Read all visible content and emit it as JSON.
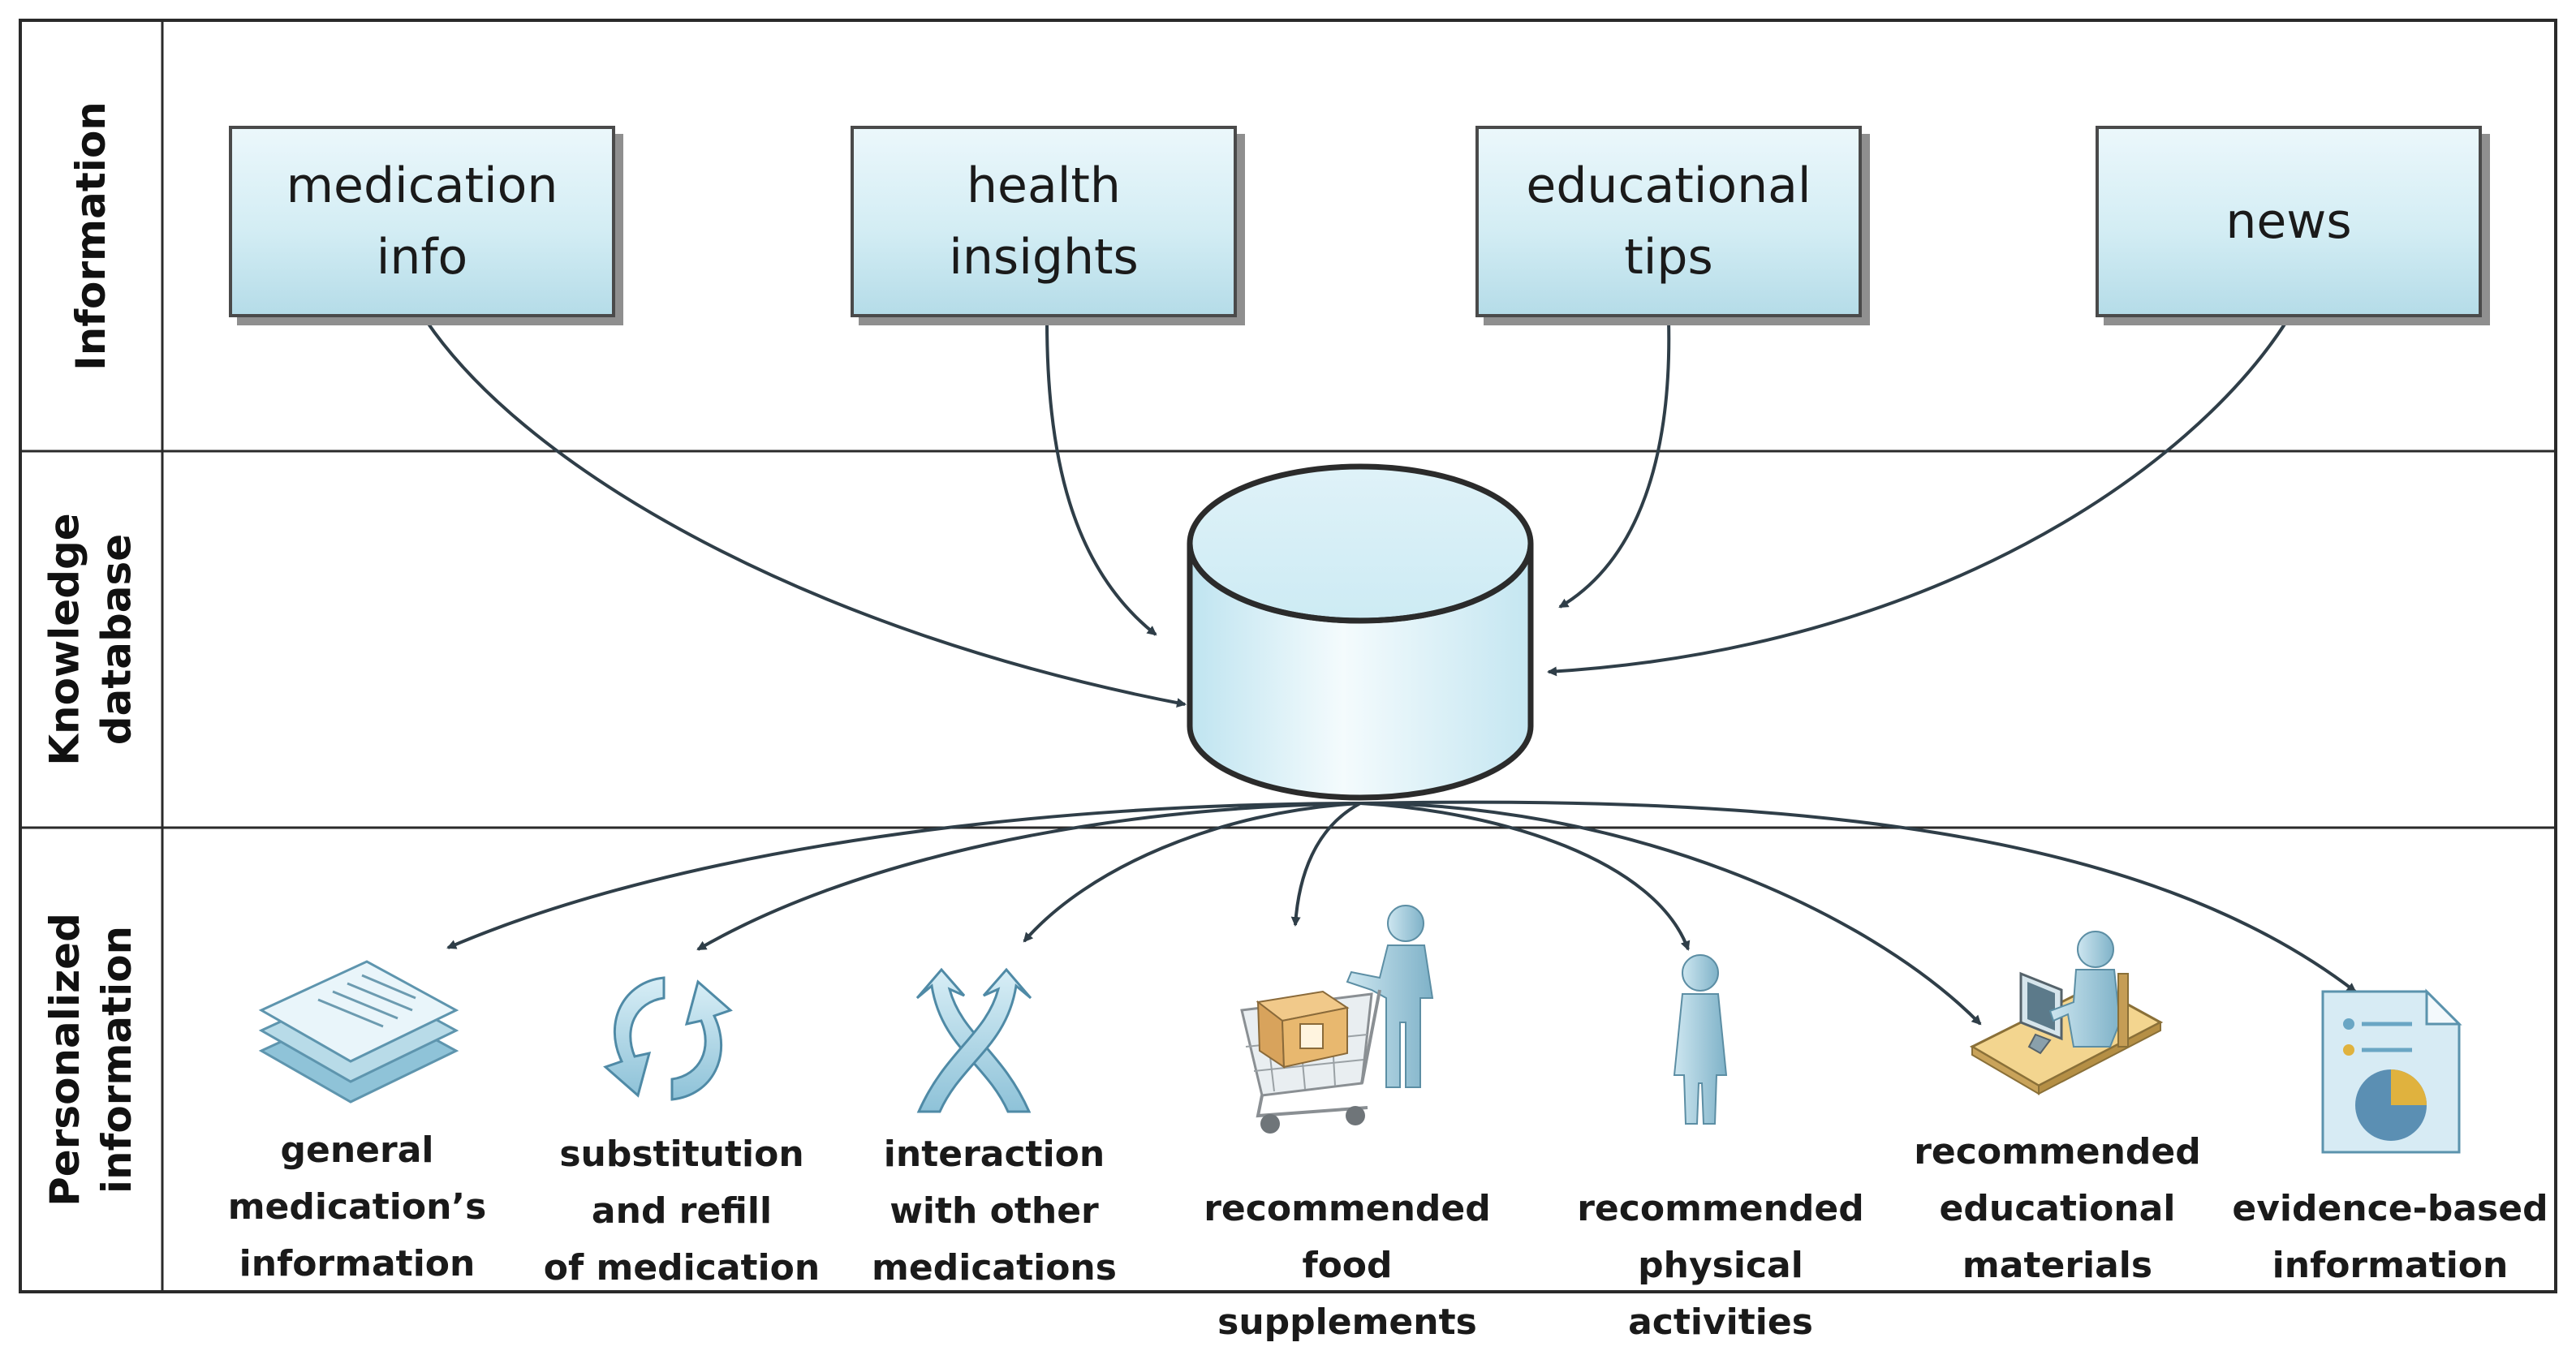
{
  "rows": {
    "information": "Information",
    "knowledge_database": "Knowledge\ndatabase",
    "personalized_information": "Personalized\ninformation"
  },
  "sources": [
    {
      "label": "medication\ninfo"
    },
    {
      "label": "health\ninsights"
    },
    {
      "label": "educational\ntips"
    },
    {
      "label": "news"
    }
  ],
  "outputs": [
    {
      "label": "general\nmedication’s\ninformation",
      "icon": "documents-icon"
    },
    {
      "label": "substitution\nand refill\nof medication",
      "icon": "refresh-arrows-icon"
    },
    {
      "label": "interaction\nwith other\nmedications",
      "icon": "crossing-arrows-icon"
    },
    {
      "label": "recommended\nfood supplements",
      "icon": "shopping-cart-icon"
    },
    {
      "label": "recommended\nphysical activities",
      "icon": "person-icon"
    },
    {
      "label": "recommended\neducational\nmaterials",
      "icon": "person-at-computer-icon"
    },
    {
      "label": "evidence-based\ninformation",
      "icon": "report-chart-icon"
    }
  ],
  "colors": {
    "box_fill_top": "#ebf7fb",
    "box_fill_bottom": "#b5dce8",
    "icon_blue": "#a8cfe0",
    "arrow": "#2f3e48"
  }
}
